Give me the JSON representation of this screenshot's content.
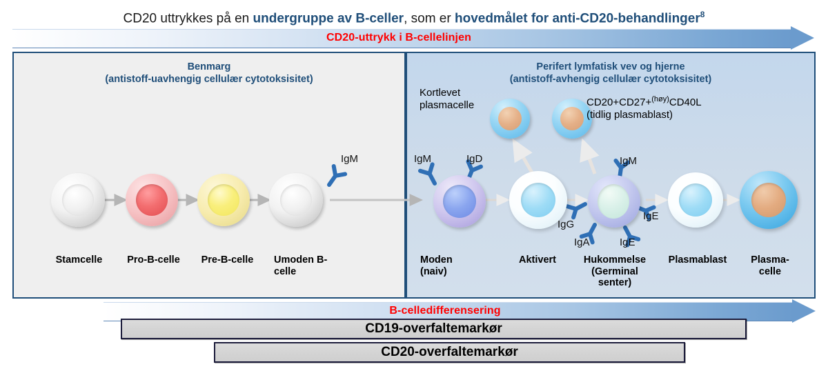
{
  "headline": {
    "part1": "CD20 uttrykkes på en ",
    "bold1": "undergruppe av B-celler",
    "part2": ", som er ",
    "bold2": "hovedmålet for anti-CD20-behandlinger",
    "sup": "8"
  },
  "top_band": {
    "label": "CD20-uttrykk i B-cellelinjen"
  },
  "bottom_band": {
    "label": "B-celledifferensering"
  },
  "panels": {
    "left": {
      "title_line1": "Benmarg",
      "title_line2": "(antistoff-uavhengig cellulær cytotoksisitet)"
    },
    "right": {
      "title_line1": "Perifert lymfatisk vev og hjerne",
      "title_line2": "(antistoff-avhengig cellulær cytotoksisitet)"
    }
  },
  "annotations": {
    "kortlevet_line1": "Kortlevet",
    "kortlevet_line2": "plasmacelle",
    "cd40l_line1": "CD20+CD27+",
    "cd40l_sup": "(høy)",
    "cd40l_line1b": "CD40L",
    "cd40l_line2": "(tidlig plasmablast)"
  },
  "cells": [
    {
      "id": "stamcelle",
      "label_line1": "Stamcelle",
      "label_line2": "",
      "membrane": "#e8e8e8",
      "nucleus": "#e2e2e2"
    },
    {
      "id": "pro-b-celle",
      "label_line1": "Pro-B-celle",
      "label_line2": "",
      "membrane": "#f4b8ba",
      "nucleus": "#ee5f62"
    },
    {
      "id": "pre-b-celle",
      "label_line1": "Pre-B-celle",
      "label_line2": "",
      "membrane": "#f5e7a8",
      "nucleus": "#f6e96a"
    },
    {
      "id": "umoden-b-celle",
      "label_line1": "Umoden B-",
      "label_line2": "celle",
      "membrane": "#e8e8e8",
      "nucleus": "#e2e2e2"
    },
    {
      "id": "moden-naiv",
      "label_line1": "Moden",
      "label_line2": "(naiv)",
      "membrane": "#c5bee8",
      "nucleus": "#7f9ae8"
    },
    {
      "id": "aktivert",
      "label_line1": "Aktivert",
      "label_line2": "",
      "membrane": "#f4fbff",
      "nucleus": "#9ddcf5"
    },
    {
      "id": "hukommelse",
      "label_line1": "Hukommelse",
      "label_line2": "(Germinal",
      "label_line3": "senter)",
      "membrane": "#b9bfe9",
      "nucleus": "#d8f0e6"
    },
    {
      "id": "plasmablast",
      "label_line1": "Plasmablast",
      "label_line2": "",
      "membrane": "#f4fbff",
      "nucleus": "#9ddcf5"
    },
    {
      "id": "plasmacelle",
      "label_line1": "Plasma-",
      "label_line2": "celle",
      "membrane": "#66bdea",
      "nucleus": "#dfa87c"
    }
  ],
  "short_lived_plasma_cells": [
    {
      "id": "kortlevet-plasmacelle-1",
      "membrane": "#86c9ef",
      "nucleus": "#e0ab80"
    },
    {
      "id": "kortlevet-plasmacelle-2",
      "membrane": "#86c9ef",
      "nucleus": "#e0ab80"
    }
  ],
  "receptors": [
    {
      "id": "igm-umoden",
      "label": "IgM"
    },
    {
      "id": "igm-moden",
      "label": "IgM"
    },
    {
      "id": "igd-moden",
      "label": "IgD"
    },
    {
      "id": "igg-memory",
      "label": "IgG"
    },
    {
      "id": "iga-memory",
      "label": "IgA"
    },
    {
      "id": "igm-memory",
      "label": "IgM"
    },
    {
      "id": "ige-memory-1",
      "label": "IgE"
    },
    {
      "id": "ige-memory-2",
      "label": "IgE"
    }
  ],
  "marker_bars": [
    {
      "id": "cd19-bar",
      "label": "CD19-overfaltemarkør"
    },
    {
      "id": "cd20-bar",
      "label": "CD20-overfaltemarkør"
    }
  ],
  "colors": {
    "panel_border": "#1f4e79",
    "title_blue": "#1f4e79",
    "accent_red": "#ff0000",
    "receptor_blue": "#2f6fb5",
    "arrow_grey": "#b9b9b9"
  }
}
